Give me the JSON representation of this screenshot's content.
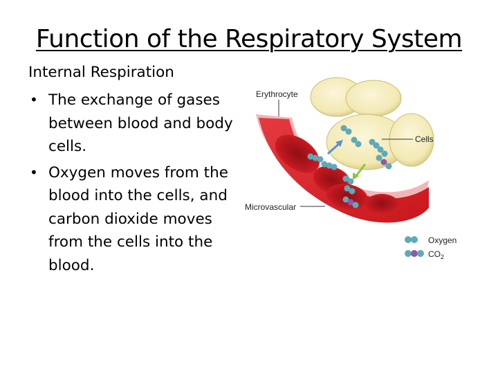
{
  "slide": {
    "title": "Function of the Respiratory System",
    "subtitle": "Internal Respiration",
    "bullets": [
      "The exchange of gases between blood and body cells.",
      "Oxygen moves from the blood into the cells, and carbon dioxide moves from the cells into the blood."
    ]
  },
  "diagram": {
    "labels": {
      "erythrocyte": "Erythrocyte",
      "cells": "Cells",
      "microvascular": "Microvascular"
    },
    "legend": {
      "oxygen": "Oxygen",
      "co2_main": "CO",
      "co2_sub": "2"
    },
    "colors": {
      "vessel": "#d91f26",
      "erythrocyte": "#a8141b",
      "cell_fill": "#f3ecbd",
      "oxygen": "#5fa9b8",
      "carbon": "#8d5aa3",
      "arrow_out": "#5b8fd6",
      "arrow_in": "#8cc63f"
    }
  }
}
